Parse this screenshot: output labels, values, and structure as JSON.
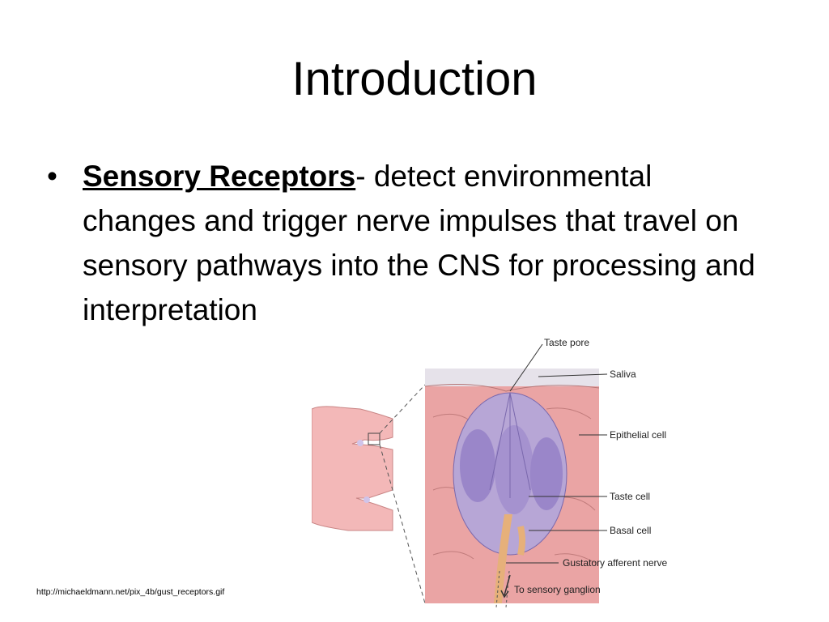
{
  "title": "Introduction",
  "bullet": {
    "marker": "•",
    "term": "Sensory Receptors",
    "text": "- detect environmental changes and trigger nerve impulses that travel on sensory pathways into the CNS for processing and interpretation"
  },
  "figure": {
    "labels": {
      "taste_pore": "Taste pore",
      "saliva": "Saliva",
      "epithelial_cell": "Epithelial cell",
      "taste_cell": "Taste cell",
      "basal_cell": "Basal cell",
      "gustatory_nerve": "Gustatory afferent nerve",
      "sensory_ganglion": "To sensory ganglion"
    },
    "colors": {
      "tissue": "#e8a8a8",
      "tissue_light": "#f6cccc",
      "bud": "#b7a6d6",
      "bud_dark": "#8f79c4",
      "nerve": "#e6b07a"
    }
  },
  "source": "http://michaeldmann.net/pix_4b/gust_receptors.gif"
}
